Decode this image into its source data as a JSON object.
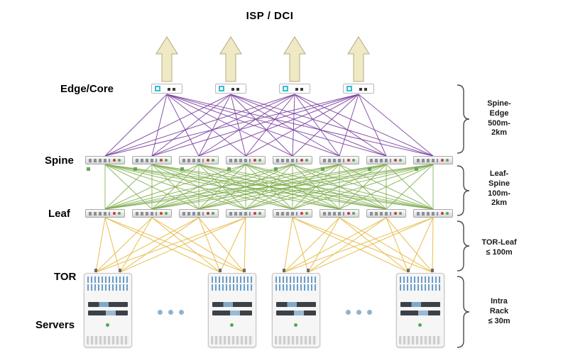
{
  "title": "ISP / DCI",
  "layers": {
    "edge_core": {
      "label": "Edge/Core"
    },
    "spine": {
      "label": "Spine"
    },
    "leaf": {
      "label": "Leaf"
    },
    "tor": {
      "label": "TOR"
    },
    "servers": {
      "label": "Servers"
    }
  },
  "topology": {
    "uplink_count": 4,
    "edge_count": 4,
    "spine_count": 8,
    "leaf_count": 8,
    "rack_count": 4
  },
  "annotations": [
    {
      "id": "spine-edge",
      "label": "Spine-\nEdge\n500m-\n2km"
    },
    {
      "id": "leaf-spine",
      "label": "Leaf-\nSpine\n100m-\n2km"
    },
    {
      "id": "tor-leaf",
      "label": "TOR-Leaf\n≤ 100m"
    },
    {
      "id": "intra-rack",
      "label": "Intra\nRack\n≤ 30m"
    }
  ],
  "colors": {
    "edge_spine_link": "#7b3fa0",
    "spine_leaf_link": "#7cab4a",
    "leaf_tor_link": "#e8bd4a",
    "arrow_fill": "#efe9c4",
    "arrow_stroke": "#b3ab7e",
    "bracket_stroke": "#4a4a4a",
    "accent_cyan": "#3bbcd0",
    "led_green": "#55a84f",
    "led_red": "#c23b3b",
    "rack_stripe_blue": "#6e9cc4"
  }
}
